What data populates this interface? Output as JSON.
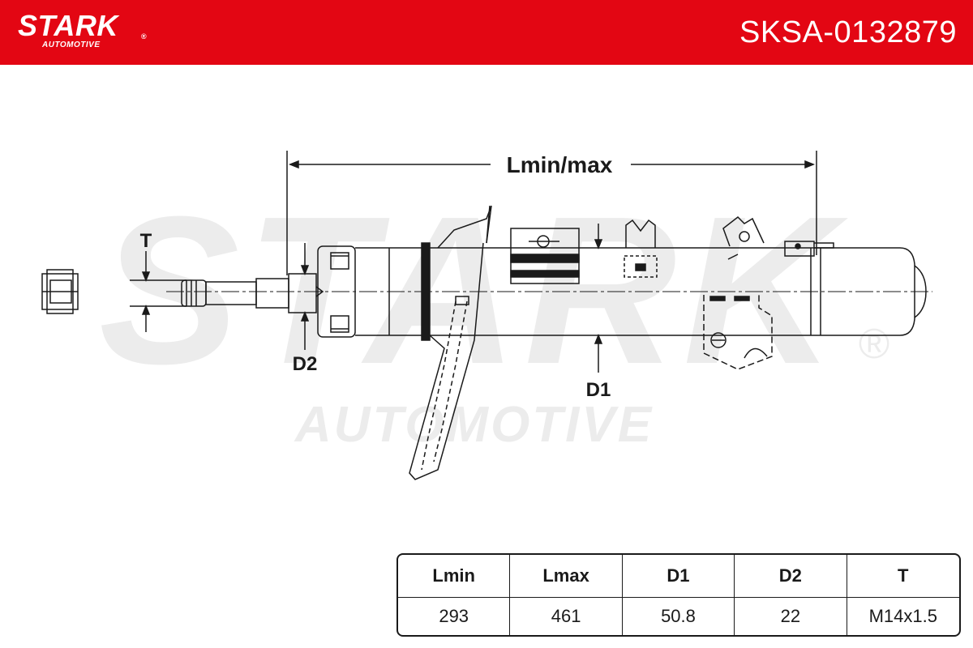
{
  "header": {
    "brand": "STARK",
    "brand_reg": "®",
    "brand_sub": "AUTOMOTIVE",
    "part_number": "SKSA-0132879",
    "background_color": "#e30613"
  },
  "watermark": {
    "brand": "STARK",
    "sub": "AUTOMOTIVE",
    "reg": "®"
  },
  "diagram": {
    "label_length": "Lmin/max",
    "label_thread": "T",
    "label_rod_diameter": "D2",
    "label_body_diameter": "D1"
  },
  "spec_table": {
    "headers": [
      "Lmin",
      "Lmax",
      "D1",
      "D2",
      "T"
    ],
    "values": [
      "293",
      "461",
      "50.8",
      "22",
      "M14x1.5"
    ]
  }
}
